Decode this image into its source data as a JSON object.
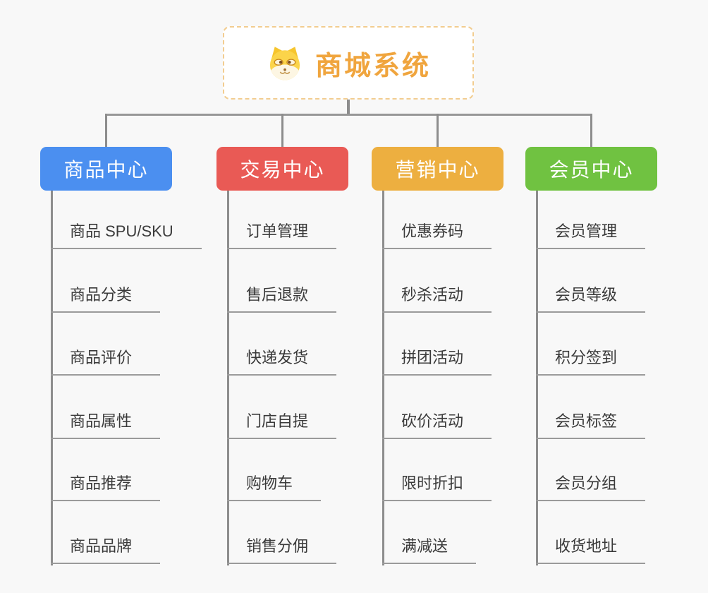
{
  "root": {
    "title": "商城系统",
    "icon": "dog-icon"
  },
  "colors": {
    "background": "#f8f8f8",
    "root_border": "#f2cd90",
    "root_title": "#f0a53e",
    "connector_gray": "#8d8d8d",
    "underline_gray": "#9b9b9b",
    "item_text": "#3a3a3a",
    "header_text": "#ffffff"
  },
  "branches": [
    {
      "label": "商品中心",
      "color": "#4b8ff0",
      "items": [
        "商品 SPU/SKU",
        "商品分类",
        "商品评价",
        "商品属性",
        "商品推荐",
        "商品品牌"
      ]
    },
    {
      "label": "交易中心",
      "color": "#e95a55",
      "items": [
        "订单管理",
        "售后退款",
        "快递发货",
        "门店自提",
        "购物车",
        "销售分佣"
      ]
    },
    {
      "label": "营销中心",
      "color": "#edaf40",
      "items": [
        "优惠券码",
        "秒杀活动",
        "拼团活动",
        "砍价活动",
        "限时折扣",
        "满减送"
      ]
    },
    {
      "label": "会员中心",
      "color": "#70c241",
      "items": [
        "会员管理",
        "会员等级",
        "积分签到",
        "会员标签",
        "会员分组",
        "收货地址"
      ]
    }
  ]
}
